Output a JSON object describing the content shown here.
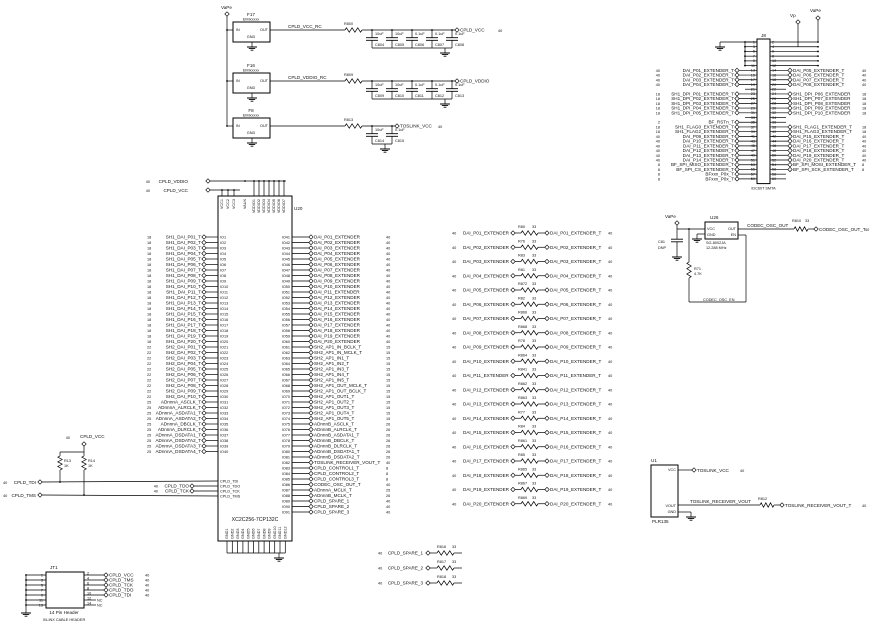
{
  "power": {
    "supply": "VaPe",
    "regulators": [
      {
        "ref": "F17",
        "part": "EMIxxxxx",
        "pins": [
          "IN",
          "OUT",
          "GND"
        ],
        "net": "CPLD_VCC_RC",
        "res": "R800",
        "port": "CPLD_VCC",
        "port_ref": "40",
        "caps": [
          [
            "10uF",
            "C804"
          ],
          [
            "10uF",
            "C805"
          ],
          [
            "0.1uF",
            "C806"
          ],
          [
            "0.1uF",
            "C807"
          ],
          [
            "0.1uF",
            "C808"
          ]
        ]
      },
      {
        "ref": "F16",
        "part": "EMIxxxxx",
        "pins": [
          "IN",
          "OUT",
          "GND"
        ],
        "net": "CPLD_VDDIO_RC",
        "res": "R809",
        "port": "CPLD_VDDIO",
        "port_ref": "",
        "caps": [
          [
            "10uF",
            "C809"
          ],
          [
            "10uF",
            "C810"
          ],
          [
            "0.1uF",
            "C811"
          ],
          [
            "0.1uF",
            "C812"
          ],
          [
            "0.1uF",
            "C813"
          ]
        ]
      },
      {
        "ref": "F8",
        "part": "EMIxxxxx",
        "pins": [
          "IN",
          "OUT",
          "GND"
        ],
        "net": "",
        "res": "R813",
        "port": "TOSLINK_VCC",
        "port_ref": "40",
        "caps": [
          [
            "10uF",
            "C814"
          ],
          [
            "0.1uF",
            "C815"
          ]
        ]
      }
    ]
  },
  "connector": {
    "ref": "J8",
    "part": "IDC60T SMTA",
    "vp": "Vp",
    "supply": "VaPe",
    "left": [
      [
        "DAI_P01_EXTENDER_T",
        "40"
      ],
      [
        "DAI_P02_EXTENDER_T",
        "40"
      ],
      [
        "DAI_P03_EXTENDER_T",
        "40"
      ],
      [
        "DAI_P04_EXTENDER_T",
        "40"
      ],
      [
        "",
        ""
      ],
      [
        "SH1_DPI_P01_EXTENDER_T",
        "18"
      ],
      [
        "SH1_DPI_P02_EXTENDER_T",
        "18"
      ],
      [
        "SH1_DPI_P03_EXTENDER_T",
        "18"
      ],
      [
        "SH1_DPI_P04_EXTENDER_T",
        "18"
      ],
      [
        "SH1_DPI_P05_EXTENDER_T",
        "18"
      ],
      [
        "",
        ""
      ],
      [
        "BF_RSTn_T",
        "2"
      ],
      [
        "SH1_FLAG0_EXTENDER_T",
        "18"
      ],
      [
        "SH1_FLAG2_EXTENDER_T",
        "18"
      ],
      [
        "DAI_P09_EXTENDER_T",
        "40"
      ],
      [
        "DAI_P10_EXTENDER_T",
        "40"
      ],
      [
        "DAI_P11_EXTENDER_T",
        "40"
      ],
      [
        "DAI_P12_EXTENDER_T",
        "40"
      ],
      [
        "DAI_P13_EXTENDER_T",
        "40"
      ],
      [
        "DAI_P14_EXTENDER_T",
        "40"
      ],
      [
        "BF_SPI_MISO_EXTENDER_T",
        "8"
      ],
      [
        "BF_SPI_CS_EXTENDER_T",
        "8"
      ],
      [
        "BFxxx_P0x_T",
        "8"
      ],
      [
        "BFxxx_P0x_T",
        "8"
      ]
    ],
    "right": [
      [
        "DAI_P05_EXTENDER_T",
        "40"
      ],
      [
        "DAI_P06_EXTENDER_T",
        "40"
      ],
      [
        "DAI_P07_EXTENDER_T",
        "40"
      ],
      [
        "DAI_P08_EXTENDER_T",
        "40"
      ],
      [
        "",
        ""
      ],
      [
        "SH1_DPI_P06_EXTENDER",
        "18"
      ],
      [
        "SH1_DPI_P07_EXTENDER",
        "18"
      ],
      [
        "SH1_DPI_P08_EXTENDER",
        "18"
      ],
      [
        "SH1_DPI_P09_EXTENDER",
        "18"
      ],
      [
        "SH1_DPI_P10_EXTENDER",
        "18"
      ],
      [
        "",
        ""
      ],
      [
        "",
        ""
      ],
      [
        "SH1_FLAG1_EXTENDER_T",
        "18"
      ],
      [
        "SH1_FLAG3_EXTENDER_T",
        "18"
      ],
      [
        "DAI_P15_EXTENDER_T",
        "40"
      ],
      [
        "DAI_P16_EXTENDER_T",
        "40"
      ],
      [
        "DAI_P17_EXTENDER_T",
        "40"
      ],
      [
        "DAI_P18_EXTENDER_T",
        "40"
      ],
      [
        "DAI_P19_EXTENDER_T",
        "40"
      ],
      [
        "DAI_P20_EXTENDER_T",
        "40"
      ],
      [
        "BF_SPI_MOSI_EXTENDER_T",
        "8"
      ],
      [
        "BF_SPI_SCK_EXTENDER_T",
        "8"
      ],
      [
        "",
        ""
      ],
      [
        "",
        ""
      ]
    ]
  },
  "cpld": {
    "ref": "U20",
    "part": "XC2C256-7CP132C",
    "vddio_port": "CPLD_VDDIO",
    "vcc_port": "CPLD_VCC",
    "port_ref": "40",
    "top_pins": [
      "VCC1",
      "VCC2",
      "VCC3",
      "VAUX",
      "VDDIO1",
      "VDDIO2",
      "VDDIO3",
      "VDDIO4",
      "VDDIO5",
      "VDDIO6",
      "VDDIO7"
    ],
    "left": [
      [
        "SH1_DAI_P01_T",
        "18",
        "IO1"
      ],
      [
        "SH1_DAI_P02_T",
        "18",
        "IO2"
      ],
      [
        "SH1_DAI_P03_T",
        "18",
        "IO3"
      ],
      [
        "SH1_DAI_P04_T",
        "18",
        "IO4"
      ],
      [
        "SH1_DAI_P05_T",
        "18",
        "IO5"
      ],
      [
        "SH1_DAI_P06_T",
        "18",
        "IO6"
      ],
      [
        "SH1_DAI_P07_T",
        "18",
        "IO7"
      ],
      [
        "SH1_DAI_P08_T",
        "18",
        "IO8"
      ],
      [
        "SH1_DAI_P09_T",
        "18",
        "IO9"
      ],
      [
        "SH1_DAI_P10_T",
        "18",
        "IO10"
      ],
      [
        "SH1_DAI_P11_T",
        "18",
        "IO11"
      ],
      [
        "SH1_DAI_P12_T",
        "18",
        "IO12"
      ],
      [
        "SH1_DAI_P13_T",
        "18",
        "IO13"
      ],
      [
        "SH1_DAI_P14_T",
        "18",
        "IO14"
      ],
      [
        "SH1_DAI_P15_T",
        "18",
        "IO15"
      ],
      [
        "SH1_DAI_P16_T",
        "18",
        "IO16"
      ],
      [
        "SH1_DAI_P17_T",
        "18",
        "IO17"
      ],
      [
        "SH1_DAI_P18_T",
        "18",
        "IO18"
      ],
      [
        "SH1_DAI_P19_T",
        "18",
        "IO19"
      ],
      [
        "SH1_DAI_P20_T",
        "18",
        "IO20"
      ],
      [
        "SH2_DAI_P01_T",
        "22",
        "IO21"
      ],
      [
        "SH2_DAI_P02_T",
        "22",
        "IO22"
      ],
      [
        "SH2_DAI_P03_T",
        "22",
        "IO23"
      ],
      [
        "SH2_DAI_P04_T",
        "22",
        "IO24"
      ],
      [
        "SH2_DAI_P05_T",
        "22",
        "IO25"
      ],
      [
        "SH2_DAI_P06_T",
        "22",
        "IO26"
      ],
      [
        "SH2_DAI_P07_T",
        "22",
        "IO27"
      ],
      [
        "SH2_DAI_P08_T",
        "22",
        "IO28"
      ],
      [
        "SH2_DAI_P09_T",
        "22",
        "IO29"
      ],
      [
        "SH2_DAI_P10_T",
        "22",
        "IO30"
      ],
      [
        "ADnnnA_ASCLK_T",
        "25",
        "IO31"
      ],
      [
        "ADnnnA_ALRCLK_T",
        "25",
        "IO32"
      ],
      [
        "ADnnnA_ASDATA1_T",
        "25",
        "IO33"
      ],
      [
        "ADnnnA_ASDATA2_T",
        "25",
        "IO34"
      ],
      [
        "ADnnnA_DBCLK_T",
        "25",
        "IO35"
      ],
      [
        "ADnnnA_DLRCLK_T",
        "25",
        "IO36"
      ],
      [
        "ADnnnA_DSDATA1_T",
        "25",
        "IO37"
      ],
      [
        "ADnnnA_DSDATA2_T",
        "25",
        "IO38"
      ],
      [
        "ADnnnA_DSDATA3_T",
        "25",
        "IO39"
      ],
      [
        "ADnnnA_DSDATA4_T",
        "25",
        "IO40"
      ]
    ],
    "right": [
      [
        "DAI_P01_EXTENDER",
        "40",
        "IO41"
      ],
      [
        "DAI_P02_EXTENDER",
        "40",
        "IO42"
      ],
      [
        "DAI_P03_EXTENDER",
        "40",
        "IO43"
      ],
      [
        "DAI_P04_EXTENDER",
        "40",
        "IO44"
      ],
      [
        "DAI_P05_EXTENDER",
        "40",
        "IO45"
      ],
      [
        "DAI_P06_EXTENDER",
        "40",
        "IO46"
      ],
      [
        "DAI_P07_EXTENDER",
        "40",
        "IO47"
      ],
      [
        "DAI_P08_EXTENDER",
        "40",
        "IO48"
      ],
      [
        "DAI_P09_EXTENDER",
        "40",
        "IO49"
      ],
      [
        "DAI_P10_EXTENDER",
        "40",
        "IO50"
      ],
      [
        "DAI_P11_EXTENDER",
        "40",
        "IO51"
      ],
      [
        "DAI_P12_EXTENDER",
        "40",
        "IO52"
      ],
      [
        "DAI_P13_EXTENDER",
        "40",
        "IO53"
      ],
      [
        "DAI_P14_EXTENDER",
        "40",
        "IO54"
      ],
      [
        "DAI_P15_EXTENDER",
        "40",
        "IO55"
      ],
      [
        "DAI_P16_EXTENDER",
        "40",
        "IO56"
      ],
      [
        "DAI_P17_EXTENDER",
        "40",
        "IO57"
      ],
      [
        "DAI_P18_EXTENDER",
        "40",
        "IO58"
      ],
      [
        "DAI_P19_EXTENDER",
        "40",
        "IO59"
      ],
      [
        "DAI_P20_EXTENDER",
        "40",
        "IO60"
      ],
      [
        "SH2_AP1_IN_BCLK_T",
        "15",
        "IO61"
      ],
      [
        "SH2_AP1_IN_MCLK_T",
        "15",
        "IO62"
      ],
      [
        "SH2_AP1_IN1_T",
        "15",
        "IO63"
      ],
      [
        "SH2_AP1_IN2_T",
        "15",
        "IO64"
      ],
      [
        "SH2_AP1_IN3_T",
        "15",
        "IO65"
      ],
      [
        "SH2_AP1_IN4_T",
        "15",
        "IO66"
      ],
      [
        "SH2_AP1_IN5_T",
        "15",
        "IO67"
      ],
      [
        "SH2_AP1_OUT_MCLK_T",
        "15",
        "IO68"
      ],
      [
        "SH2_AP1_OUT_BCLK_T",
        "15",
        "IO69"
      ],
      [
        "SH2_AP1_OUT1_T",
        "15",
        "IO70"
      ],
      [
        "SH2_AP1_OUT2_T",
        "15",
        "IO71"
      ],
      [
        "SH2_AP1_OUT3_T",
        "15",
        "IO72"
      ],
      [
        "SH2_AP1_OUT4_T",
        "15",
        "IO73"
      ],
      [
        "SH2_AP1_OUT5_T",
        "15",
        "IO74"
      ],
      [
        "ADnnnB_ASCLK_T",
        "26",
        "IO75"
      ],
      [
        "ADnnnB_ALRCLK_T",
        "26",
        "IO76"
      ],
      [
        "ADnnnB_ASDATA1_T",
        "26",
        "IO77"
      ],
      [
        "ADnnnB_DBCLK_T",
        "26",
        "IO78"
      ],
      [
        "ADnnnB_DLRCLK_T",
        "26",
        "IO79"
      ],
      [
        "ADnnnB_DSDATA1_T",
        "26",
        "IO80"
      ],
      [
        "ADnnnB_DSDATA2_T",
        "26",
        "IO81"
      ],
      [
        "TOSLINK_RECEIVER_VOUT_T",
        "40",
        "IO82"
      ],
      [
        "CPLD_CONTROL1_T",
        "8",
        "IO83"
      ],
      [
        "CPLD_CONTROL2_T",
        "8",
        "IO84"
      ],
      [
        "CPLD_CONTROL3_T",
        "8",
        "IO85"
      ],
      [
        "CODEC_OSC_OUT_T",
        "40",
        "IO86"
      ],
      [
        "ADnnnA_MCLK_T",
        "25",
        "IO87"
      ],
      [
        "ADnnnB_MCLK_T",
        "26",
        "IO88"
      ],
      [
        "CPLD_SPARE_1",
        "40",
        "IO89"
      ],
      [
        "CPLD_SPARE_2",
        "40",
        "IO90"
      ],
      [
        "CPLD_SPARE_3",
        "40",
        "IO91"
      ]
    ],
    "jtag_inside": [
      "CPLD_TDI",
      "CPLD_TDO",
      "CPLD_TCK",
      "CPLD_TMS"
    ],
    "jtag_ports": [
      [
        "CPLD_TDI",
        "40"
      ],
      [
        "CPLD_TDO",
        "40"
      ],
      [
        "CPLD_TCK",
        "40"
      ],
      [
        "CPLD_TMS",
        "40"
      ]
    ],
    "pullups": [
      [
        "R13",
        "1K"
      ],
      [
        "R14",
        "1K"
      ]
    ],
    "pullup_supply": "CPLD_VCC",
    "pullup_ref": "40",
    "bottom_pins": [
      "GND1",
      "GND2",
      "GND3",
      "GND4",
      "GND5",
      "GND6",
      "GND7",
      "GND8",
      "GND9",
      "GND10",
      "GND11",
      "GND12"
    ]
  },
  "series_resistors": [
    [
      "R80",
      "33",
      "DAI_P01_EXTENDER",
      "DAI_P01_EXTENDER_T"
    ],
    [
      "R76",
      "33",
      "DAI_P02_EXTENDER",
      "DAI_P02_EXTENDER_T"
    ],
    [
      "R83",
      "33",
      "DAI_P03_EXTENDER",
      "DAI_P03_EXTENDER_T"
    ],
    [
      "R81",
      "33",
      "DAI_P04_EXTENDER",
      "DAI_P04_EXTENDER_T"
    ],
    [
      "R872",
      "33",
      "DAI_P05_EXTENDER",
      "DAI_P05_EXTENDER_T"
    ],
    [
      "R82",
      "33",
      "DAI_P06_EXTENDER",
      "DAI_P06_EXTENDER_T"
    ],
    [
      "R866",
      "33",
      "DAI_P07_EXTENDER",
      "DAI_P07_EXTENDER_T"
    ],
    [
      "R868",
      "33",
      "DAI_P08_EXTENDER",
      "DAI_P08_EXTENDER_T"
    ],
    [
      "R78",
      "33",
      "DAI_P09_EXTENDER",
      "DAI_P09_EXTENDER_T"
    ],
    [
      "R864",
      "33",
      "DAI_P10_EXTENDER",
      "DAI_P10_EXTENDER_T"
    ],
    [
      "R841",
      "33",
      "DAI_P11_EXTENDER",
      "DAI_P11_EXTENDER_T"
    ],
    [
      "R862",
      "33",
      "DAI_P12_EXTENDER",
      "DAI_P12_EXTENDER_T"
    ],
    [
      "R863",
      "33",
      "DAI_P13_EXTENDER",
      "DAI_P13_EXTENDER_T"
    ],
    [
      "R77",
      "33",
      "DAI_P14_EXTENDER",
      "DAI_P14_EXTENDER_T"
    ],
    [
      "R84",
      "33",
      "DAI_P15_EXTENDER",
      "DAI_P15_EXTENDER_T"
    ],
    [
      "R861",
      "33",
      "DAI_P16_EXTENDER",
      "DAI_P16_EXTENDER_T"
    ],
    [
      "R85",
      "33",
      "DAI_P17_EXTENDER",
      "DAI_P17_EXTENDER_T"
    ],
    [
      "R865",
      "33",
      "DAI_P18_EXTENDER",
      "DAI_P18_EXTENDER_T"
    ],
    [
      "R867",
      "33",
      "DAI_P19_EXTENDER",
      "DAI_P19_EXTENDER_T"
    ],
    [
      "R869",
      "33",
      "DAI_P20_EXTENDER",
      "DAI_P20_EXTENDER_T"
    ]
  ],
  "series_ref": "40",
  "oscillator": {
    "supply": "VaPe",
    "ref": "U26",
    "part": "SG-8002JA",
    "freq": "12.288 MHz",
    "pins": [
      "VCC",
      "GND",
      "OUT",
      "EN"
    ],
    "cap": [
      "C81",
      "DNP"
    ],
    "res": [
      "R71",
      "4.7K"
    ],
    "out_net": "CODEC_OSC_OUT",
    "en_net": "CODEC_OSC_EN",
    "series": [
      "R810",
      "33"
    ],
    "port": "CODEC_OSC_OUT_T",
    "port_ref": "40"
  },
  "toslink": {
    "ref": "U1",
    "part": "PLR135",
    "pins": [
      "VCC",
      "VOUT",
      "GND"
    ],
    "vcc_port": "TOSLINK_VCC",
    "net": "TOSLINK_RECEIVER_VOUT",
    "res": "R812",
    "port": "TOSLINK_RECEIVER_VOUT_T",
    "port_ref": "40"
  },
  "spares": [
    [
      "CPLD_SPARE_1",
      "R816",
      "33"
    ],
    [
      "CPLD_SPARE_2",
      "R817",
      "33"
    ],
    [
      "CPLD_SPARE_3",
      "R818",
      "33"
    ]
  ],
  "spare_ref": "40",
  "jtag_header": {
    "ref": "JT1",
    "part": "14 Pin Header",
    "note": "XILINX CABLE HEADER",
    "ports": [
      [
        "CPLD_VCC",
        "40"
      ],
      [
        "CPLD_TMS",
        "40"
      ],
      [
        "CPLD_TCK",
        "40"
      ],
      [
        "CPLD_TDO",
        "40"
      ],
      [
        "CPLD_TDI",
        "40"
      ]
    ],
    "nc": "NC"
  }
}
